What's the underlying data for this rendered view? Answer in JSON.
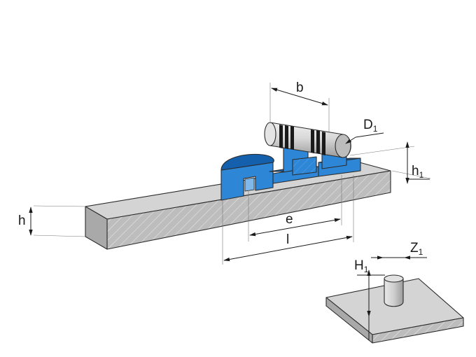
{
  "labels": {
    "b": "b",
    "d1": "D",
    "d1_sub": "1",
    "h1": "h",
    "h1_sub": "1",
    "h": "h",
    "e": "e",
    "l": "l",
    "z1": "Z",
    "z1_sub": "1",
    "big_h1": "H",
    "big_h1_sub": "1"
  },
  "colors": {
    "steel_top": "#d4d4d4",
    "steel_side": "#a9a9a9",
    "steel_end": "#bcbcbc",
    "blue_light": "#2e86d6",
    "blue_dark": "#1460ad",
    "roller": "#cfcfcf",
    "winding": "#1a1a1a"
  }
}
